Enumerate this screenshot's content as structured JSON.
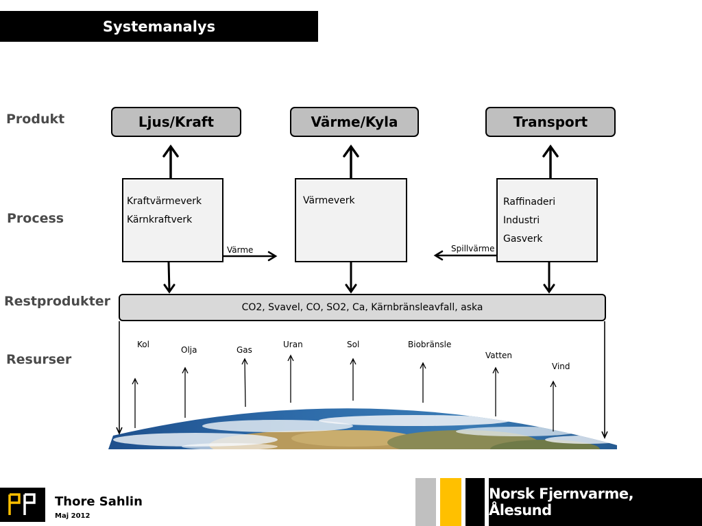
{
  "title": "Systemanalys",
  "row_labels": {
    "produkt": "Produkt",
    "process": "Process",
    "restprodukter": "Restprodukter",
    "resurser": "Resurser"
  },
  "products": [
    "Ljus/Kraft",
    "Värme/Kyla",
    "Transport"
  ],
  "processes": [
    {
      "items": [
        "Kraftvärmeverk",
        "Kärnkraftverk"
      ]
    },
    {
      "items": [
        "Värmeverk"
      ]
    },
    {
      "items": [
        "Raffinaderi",
        "Industri",
        "Gasverk"
      ]
    }
  ],
  "transfer_labels": {
    "varme": "Värme",
    "spillvarme": "Spillvärme"
  },
  "restprodukter_text": "CO2, Svavel, CO, SO2,   Ca, Kärnbränsleavfall, aska",
  "resources": [
    "Kol",
    "Olja",
    "Gas",
    "Uran",
    "Sol",
    "Biobränsle",
    "Vatten",
    "Vind"
  ],
  "footer": {
    "author": "Thore Sahlin",
    "date": "Maj  2012",
    "organization": "Norsk Fjernvarme, Ålesund"
  },
  "colors": {
    "title_bg": "#000000",
    "product_fill": "#bfbfbf",
    "process_fill": "#f2f2f2",
    "rest_fill": "#d9d9d9",
    "footer_gray": "#c0c0c0",
    "footer_yellow": "#ffc000"
  }
}
